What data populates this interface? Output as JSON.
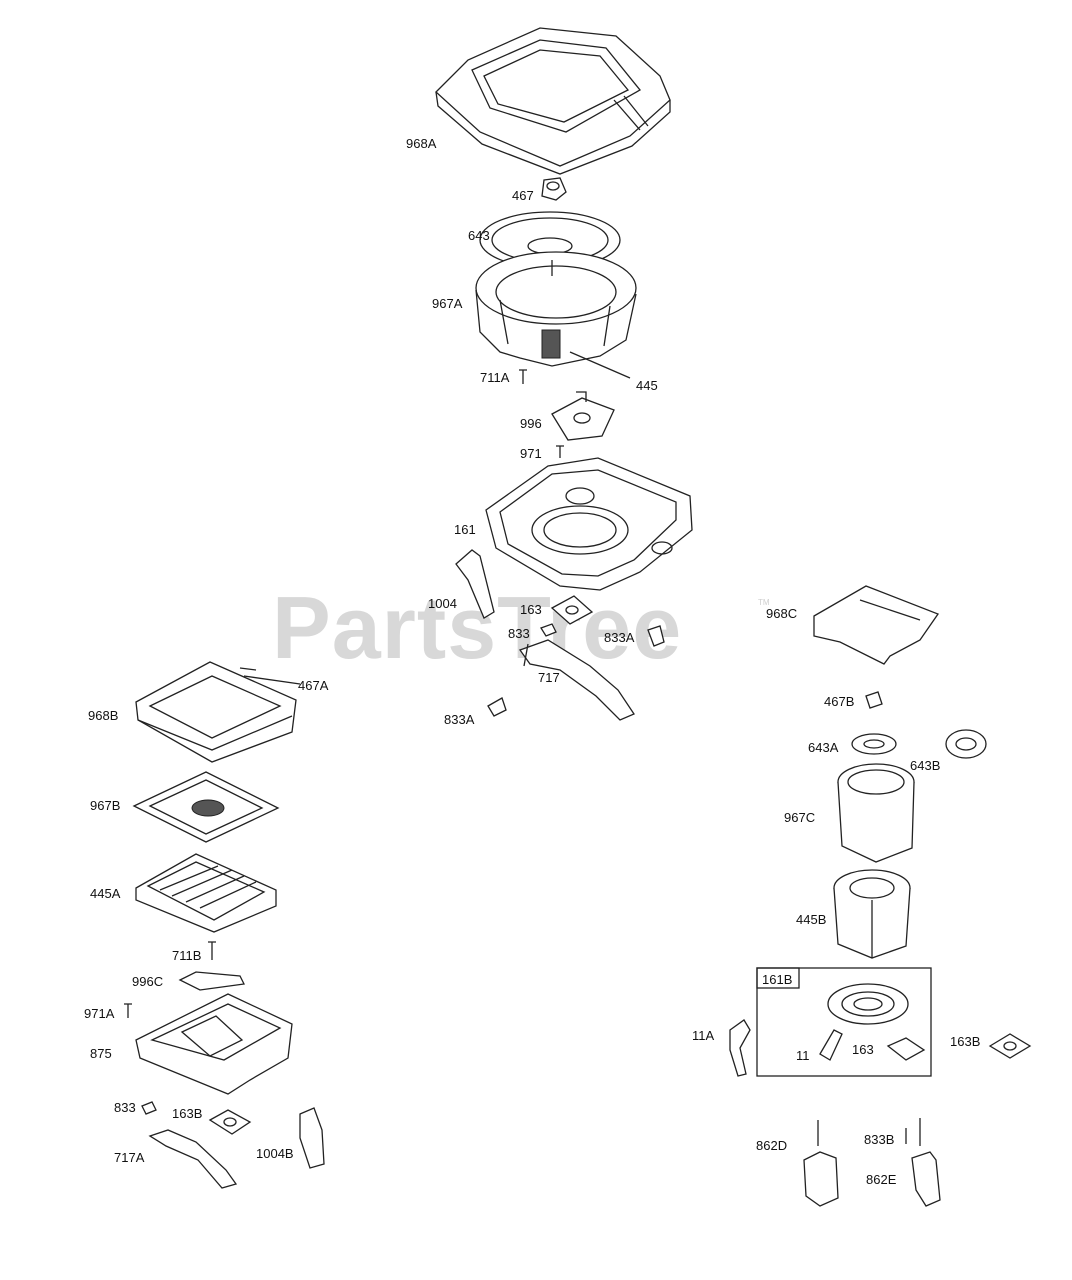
{
  "watermark": {
    "text": "PartsTree",
    "trademark": "TM"
  },
  "labels": {
    "968A": "968A",
    "467": "467",
    "643": "643",
    "967A": "967A",
    "711A": "711A",
    "445": "445",
    "996": "996",
    "971": "971",
    "161": "161",
    "1004": "1004",
    "163": "163",
    "833": "833",
    "833A_1": "833A",
    "833A_2": "833A",
    "717": "717",
    "467A": "467A",
    "968B": "968B",
    "967B": "967B",
    "445A": "445A",
    "711B": "711B",
    "996C": "996C",
    "971A": "971A",
    "875": "875",
    "833_2": "833",
    "163B_1": "163B",
    "717A": "717A",
    "1004B": "1004B",
    "968C": "968C",
    "467B": "467B",
    "643A": "643A",
    "643B": "643B",
    "967C": "967C",
    "445B": "445B",
    "161B": "161B",
    "11A": "11A",
    "11": "11",
    "163_2": "163",
    "163B_2": "163B",
    "862D": "862D",
    "833B": "833B",
    "862E": "862E"
  }
}
